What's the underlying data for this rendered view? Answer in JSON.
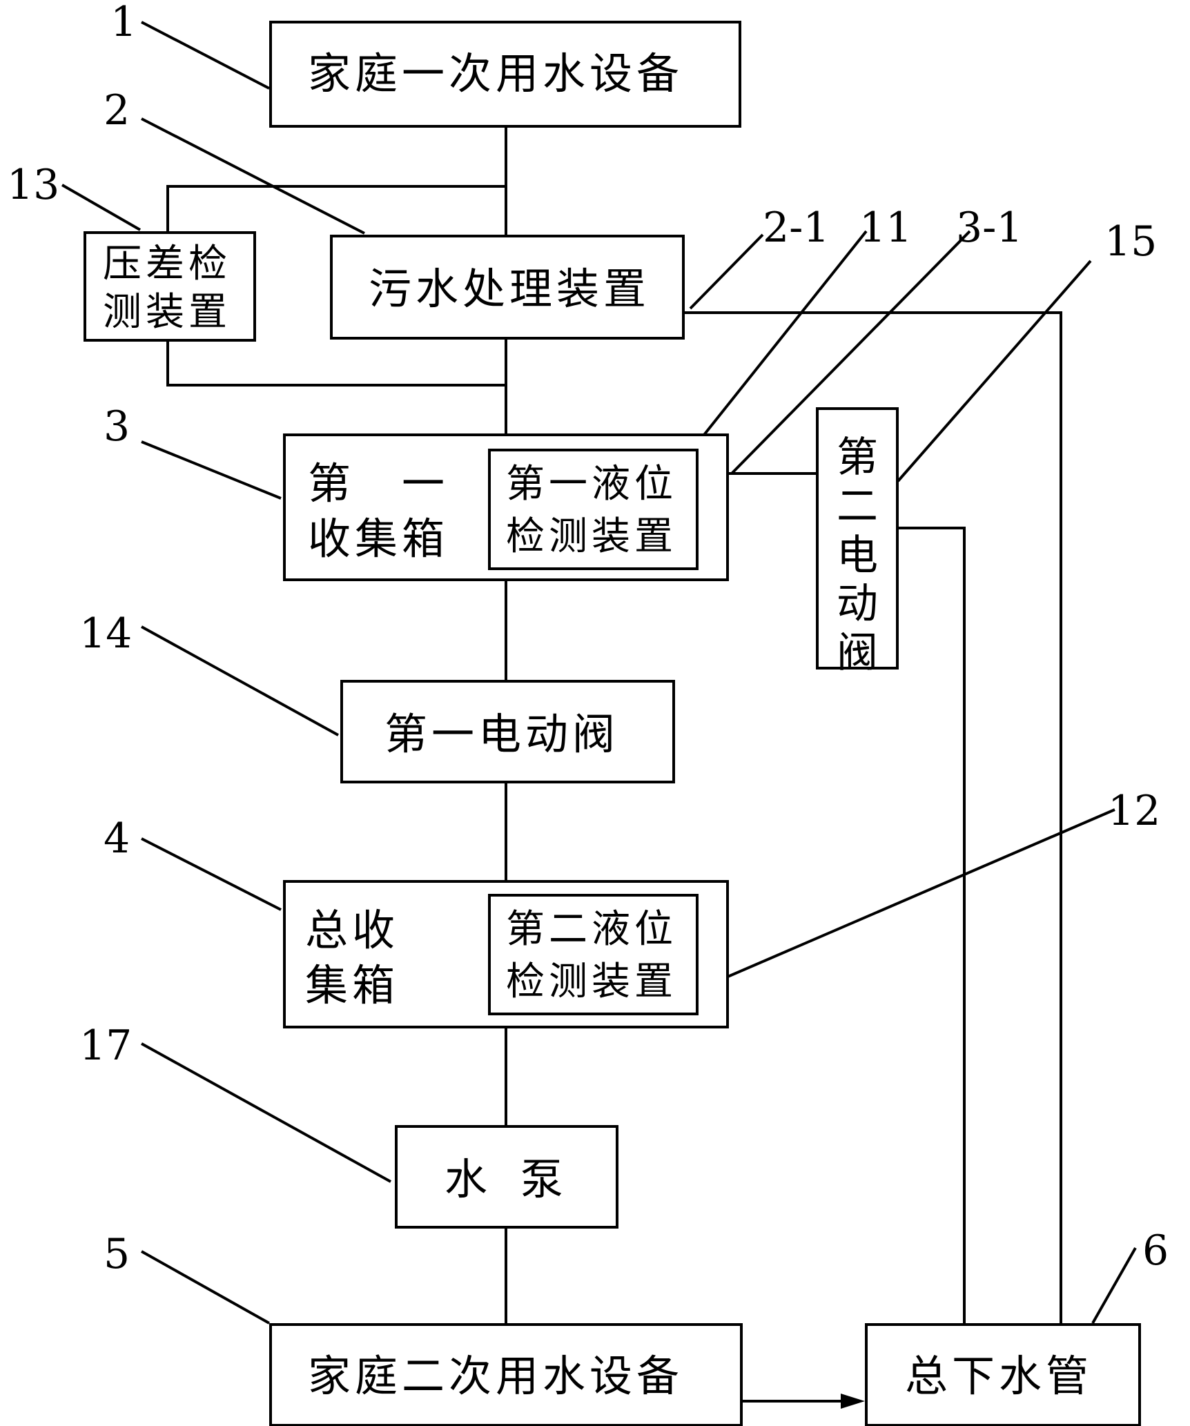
{
  "boxes": {
    "b1": "家庭一次用水设备",
    "b2": "污水处理装置",
    "b13_line1": "压差检",
    "b13_line2": "测装置",
    "b3_line1": "第　一",
    "b3_line2": "收集箱",
    "b11_line1": "第一液位",
    "b11_line2": "检测装置",
    "b15": "第二电动阀",
    "b14": "第一电动阀",
    "b4_line1": "总收",
    "b4_line2": "集箱",
    "b12_line1": "第二液位",
    "b12_line2": "检测装置",
    "b17": "水 泵",
    "b5": "家庭二次用水设备",
    "b6": "总下水管"
  },
  "labels": {
    "n1": "1",
    "n2": "2",
    "n13": "13",
    "n21": "2-1",
    "n11": "11",
    "n31": "3-1",
    "n15": "15",
    "n3": "3",
    "n14": "14",
    "n12": "12",
    "n4": "4",
    "n17": "17",
    "n5": "5",
    "n6": "6"
  }
}
